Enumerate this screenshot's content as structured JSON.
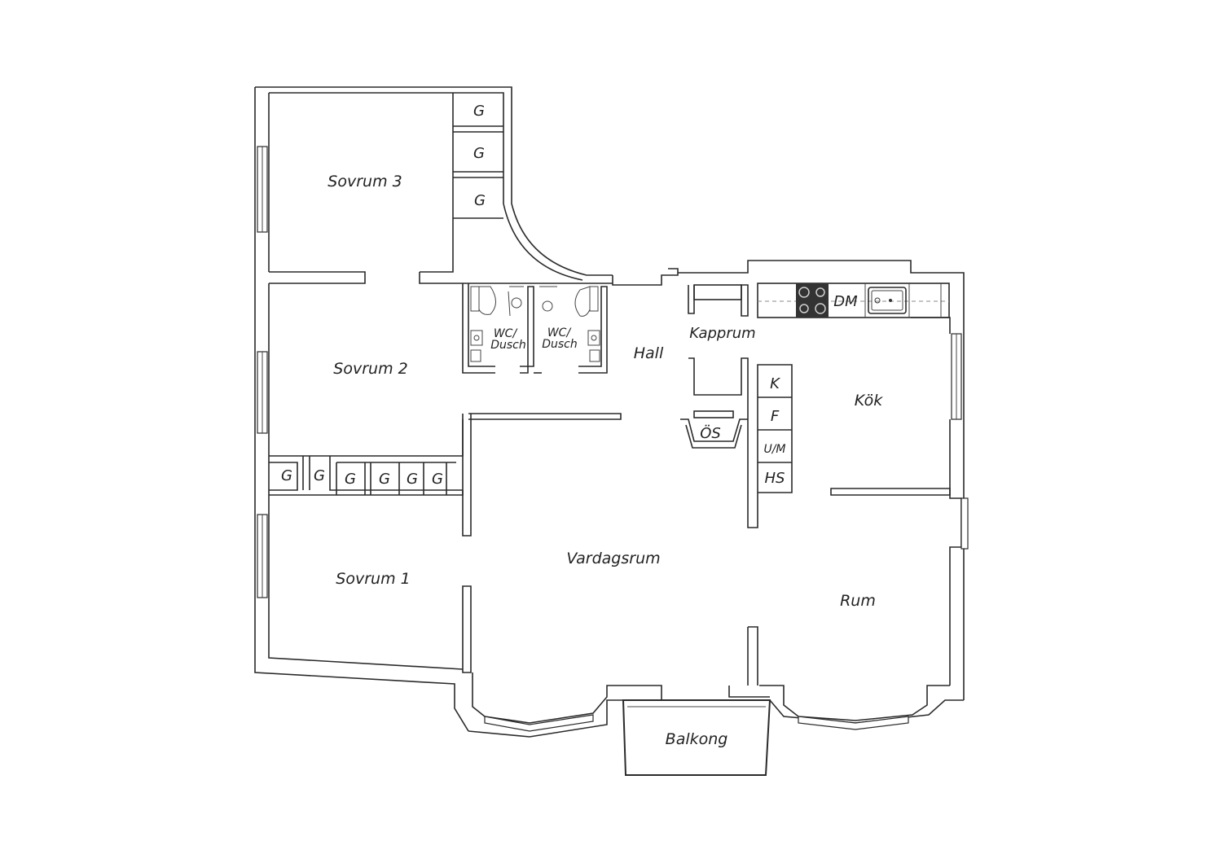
{
  "rooms": {
    "sovrum3": "Sovrum 3",
    "sovrum2": "Sovrum 2",
    "sovrum1": "Sovrum 1",
    "hall": "Hall",
    "kapprum": "Kapprum",
    "kok": "Kök",
    "vardagsrum": "Vardagsrum",
    "rum": "Rum",
    "balkong": "Balkong",
    "wc1_line1": "WC/",
    "wc1_line2": "Dusch",
    "wc2_line1": "WC/",
    "wc2_line2": "Dusch"
  },
  "fixtures": {
    "garderob": "G",
    "diskmaskin": "DM",
    "kyl": "K",
    "frys": "F",
    "ugn_mikro": "U/M",
    "hogskap": "HS",
    "overskap": "ÖS"
  },
  "colors": {
    "wall": "#2a2a2a",
    "background": "#ffffff",
    "stove": "#333333"
  }
}
